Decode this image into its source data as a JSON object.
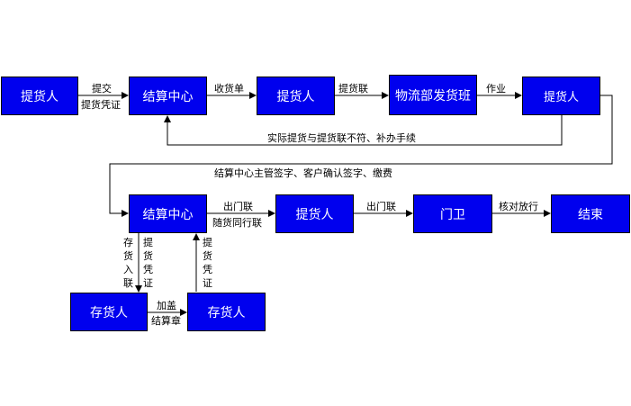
{
  "nodes": {
    "n1": "提货人",
    "n2": "结算中心",
    "n3": "提货人",
    "n4": "物流部发货班",
    "n5": "提货人",
    "n6": "结算中心",
    "n7": "提货人",
    "n8": "门卫",
    "n9": "结束",
    "n10": "存货人",
    "n11": "存货人"
  },
  "labels": {
    "e1_top": "提交",
    "e1_bottom": "提货凭证",
    "e2": "收货单",
    "e3": "提货联",
    "e4": "作业",
    "loop_back": "实际提货与提货联不符、补办手续",
    "row_link": "结算中心主管签字、客户确认签字、缴费",
    "e6_top": "出门联",
    "e6_bottom": "随货同行联",
    "e7": "出门联",
    "e8": "核对放行",
    "down1": "存货入联",
    "down2": "提货凭证",
    "up1": "提货凭证",
    "e10_top": "加盖",
    "e10_bottom": "结算章"
  },
  "colors": {
    "node_fill": "#0000ee",
    "node_text": "#ffffff",
    "line": "#000000"
  }
}
